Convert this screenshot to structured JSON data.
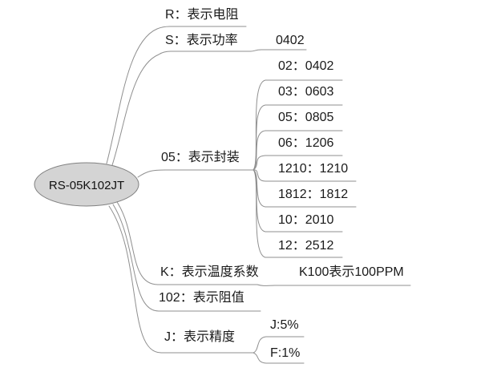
{
  "mindmap": {
    "root": {
      "label": "RS-05K102JT"
    },
    "branches": [
      {
        "label": "R：表示电阻",
        "children": []
      },
      {
        "label": "S：表示功率",
        "children": [
          {
            "label": "0402"
          }
        ]
      },
      {
        "label": "05：表示封装",
        "children": [
          {
            "label": "02：0402"
          },
          {
            "label": "03：0603"
          },
          {
            "label": "05：0805"
          },
          {
            "label": "06：1206"
          },
          {
            "label": "1210：1210"
          },
          {
            "label": "1812：1812"
          },
          {
            "label": "10：2010"
          },
          {
            "label": "12：2512"
          }
        ]
      },
      {
        "label": "K：表示温度系数",
        "children": [
          {
            "label": "K100表示100PPM"
          }
        ]
      },
      {
        "label": "102：表示阻值",
        "children": []
      },
      {
        "label": "J：表示精度",
        "children": [
          {
            "label": "J:5%"
          },
          {
            "label": "F:1%"
          }
        ]
      }
    ],
    "colors": {
      "background": "#ffffff",
      "line": "#8f8f8f",
      "root_fill": "#d4d4d4",
      "root_stroke": "#808080",
      "text": "#1a1a1a"
    }
  }
}
